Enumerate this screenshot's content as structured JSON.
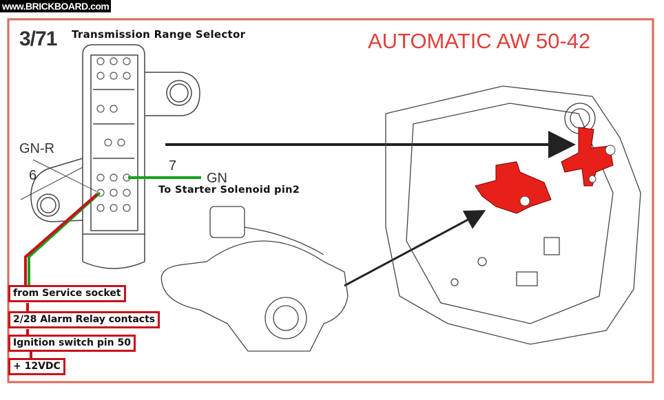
{
  "watermark": "www.BRICKBOARD.com",
  "figure_number": "3/71",
  "component_title": "Transmission Range Selector",
  "model_title": "AUTOMATIC AW 50-42",
  "wire_labels": {
    "gn_r": "GN-R",
    "pin6": "6",
    "pin7": "7",
    "gn": "GN"
  },
  "starter_note": "To Starter Solenoid pin2",
  "chain_boxes": [
    {
      "label": "from Service socket"
    },
    {
      "label": "2/28 Alarm Relay contacts"
    },
    {
      "label": "Ignition switch pin 50"
    },
    {
      "label": "+ 12VDC"
    }
  ],
  "colors": {
    "border": "#d86a5a",
    "title_red": "#e0403a",
    "box_red": "#c8101a",
    "wire_green": "#1aa01a",
    "part_red": "#e8201a"
  }
}
